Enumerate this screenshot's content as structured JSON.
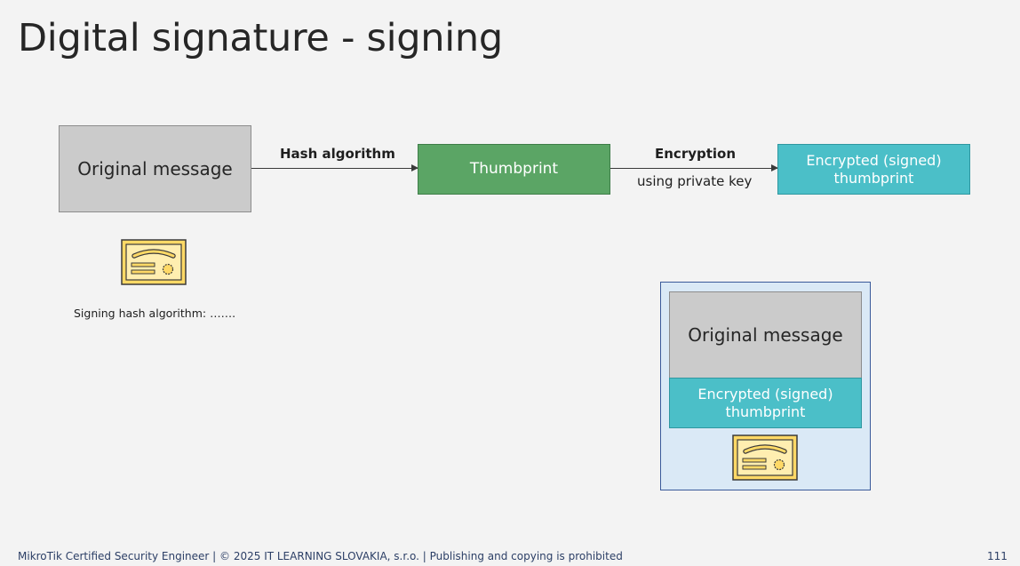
{
  "slide": {
    "title": "Digital signature - signing",
    "page_number": "111",
    "footer": "MikroTik Certified Security Engineer | © 2025 IT LEARNING SLOVAKIA, s.r.o. | Publishing and copying is prohibited"
  },
  "diagram": {
    "original_message": "Original message",
    "hash_label": "Hash algorithm",
    "thumbprint": "Thumbprint",
    "encryption_label": "Encryption",
    "encryption_sublabel": "using private key",
    "encrypted_thumbprint": "Encrypted (signed) thumbprint",
    "signing_caption": "Signing hash algorithm: …….",
    "signed_message": {
      "original_message": "Original message",
      "encrypted_thumbprint": "Encrypted (signed) thumbprint"
    }
  },
  "colors": {
    "original_fill": "#cbcbcb",
    "thumbprint_fill": "#5ba565",
    "encrypted_fill": "#4bbfc8",
    "container_fill": "#dae9f6",
    "certificate_fill": "#ffd966"
  },
  "icons": [
    "certificate-icon",
    "certificate-icon"
  ]
}
